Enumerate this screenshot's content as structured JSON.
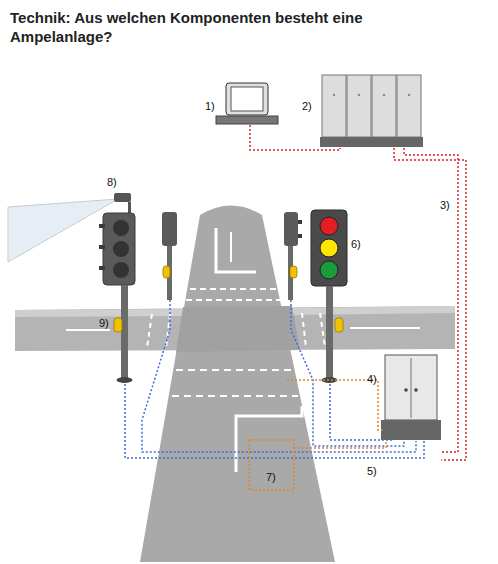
{
  "diagram": {
    "title": "Technik: Aus welchen Komponenten besteht eine Ampelanlage?",
    "labels": [
      "1)",
      "2)",
      "8)",
      "3)",
      "6)",
      "9)",
      "4)",
      "5)",
      "7)"
    ]
  }
}
